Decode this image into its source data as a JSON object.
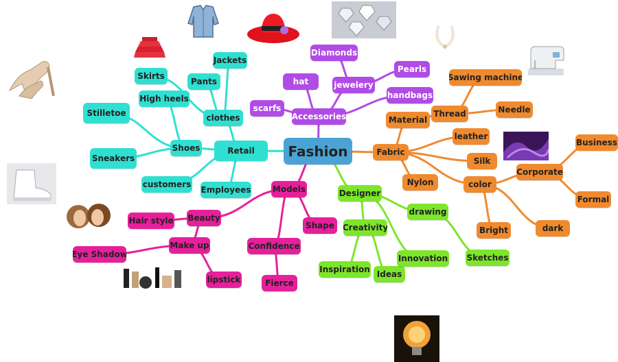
{
  "colors": {
    "root": "#4aa3d4",
    "root_text": "#222222",
    "retail": "#2fe0d2",
    "accessories": "#b14be6",
    "fabric": "#f08a2e",
    "models": "#e6209b",
    "designer": "#7de62b",
    "dark_text": "#222222",
    "light_text": "#ffffff"
  },
  "root": {
    "id": "fashion",
    "label": "Fashion"
  },
  "nodes": [
    {
      "id": "retail",
      "label": "Retail",
      "parent": "fashion",
      "branch": "retail"
    },
    {
      "id": "shoes",
      "label": "Shoes",
      "parent": "retail",
      "branch": "retail"
    },
    {
      "id": "clothes",
      "label": "clothes",
      "parent": "retail",
      "branch": "retail"
    },
    {
      "id": "customers",
      "label": "customers",
      "parent": "retail",
      "branch": "retail"
    },
    {
      "id": "employees",
      "label": "Employees",
      "parent": "retail",
      "branch": "retail"
    },
    {
      "id": "stilletoe",
      "label": "Stilletoe",
      "parent": "shoes",
      "branch": "retail"
    },
    {
      "id": "high-heels",
      "label": "High heels",
      "parent": "shoes",
      "branch": "retail"
    },
    {
      "id": "sneakers",
      "label": "Sneakers",
      "parent": "shoes",
      "branch": "retail"
    },
    {
      "id": "jackets",
      "label": "Jackets",
      "parent": "clothes",
      "branch": "retail"
    },
    {
      "id": "pants",
      "label": "Pants",
      "parent": "clothes",
      "branch": "retail"
    },
    {
      "id": "skirts",
      "label": "Skirts",
      "parent": "clothes",
      "branch": "retail"
    },
    {
      "id": "accessories",
      "label": "Accessories",
      "parent": "fashion",
      "branch": "accessories"
    },
    {
      "id": "hat",
      "label": "hat",
      "parent": "accessories",
      "branch": "accessories"
    },
    {
      "id": "scarfs",
      "label": "scarfs",
      "parent": "accessories",
      "branch": "accessories"
    },
    {
      "id": "jewelery",
      "label": "jewelery",
      "parent": "accessories",
      "branch": "accessories"
    },
    {
      "id": "handbags",
      "label": "handbags",
      "parent": "accessories",
      "branch": "accessories"
    },
    {
      "id": "diamonds",
      "label": "Diamonds",
      "parent": "jewelery",
      "branch": "accessories"
    },
    {
      "id": "pearls",
      "label": "Pearls",
      "parent": "jewelery",
      "branch": "accessories"
    },
    {
      "id": "fabric",
      "label": "Fabric",
      "parent": "fashion",
      "branch": "fabric"
    },
    {
      "id": "material",
      "label": "Material",
      "parent": "fabric",
      "branch": "fabric"
    },
    {
      "id": "thread",
      "label": "Thread",
      "parent": "material",
      "branch": "fabric"
    },
    {
      "id": "sawing-machine",
      "label": "Sawing machine",
      "parent": "thread",
      "branch": "fabric"
    },
    {
      "id": "needle",
      "label": "Needle",
      "parent": "thread",
      "branch": "fabric"
    },
    {
      "id": "leather",
      "label": "leather",
      "parent": "fabric",
      "branch": "fabric"
    },
    {
      "id": "silk",
      "label": "Silk",
      "parent": "fabric",
      "branch": "fabric"
    },
    {
      "id": "nylon",
      "label": "Nylon",
      "parent": "fabric",
      "branch": "fabric"
    },
    {
      "id": "color",
      "label": "color",
      "parent": "fabric",
      "branch": "fabric"
    },
    {
      "id": "bright",
      "label": "Bright",
      "parent": "color",
      "branch": "fabric"
    },
    {
      "id": "dark",
      "label": "dark",
      "parent": "color",
      "branch": "fabric"
    },
    {
      "id": "corporate",
      "label": "Corporate",
      "parent": "color",
      "branch": "fabric"
    },
    {
      "id": "business",
      "label": "Business",
      "parent": "corporate",
      "branch": "fabric"
    },
    {
      "id": "formal",
      "label": "Formal",
      "parent": "corporate",
      "branch": "fabric"
    },
    {
      "id": "models",
      "label": "Models",
      "parent": "fashion",
      "branch": "models"
    },
    {
      "id": "beauty",
      "label": "Beauty",
      "parent": "models",
      "branch": "models"
    },
    {
      "id": "shape",
      "label": "Shape",
      "parent": "models",
      "branch": "models"
    },
    {
      "id": "confidence",
      "label": "Confidence",
      "parent": "models",
      "branch": "models"
    },
    {
      "id": "fierce",
      "label": "Fierce",
      "parent": "confidence",
      "branch": "models"
    },
    {
      "id": "hair-style",
      "label": "Hair style",
      "parent": "beauty",
      "branch": "models"
    },
    {
      "id": "make-up",
      "label": "Make up",
      "parent": "beauty",
      "branch": "models"
    },
    {
      "id": "eye-shadow",
      "label": "Eye Shadow",
      "parent": "make-up",
      "branch": "models"
    },
    {
      "id": "lipstick",
      "label": "lipstick",
      "parent": "make-up",
      "branch": "models"
    },
    {
      "id": "designer",
      "label": "Designer",
      "parent": "fashion",
      "branch": "designer"
    },
    {
      "id": "drawing",
      "label": "drawing",
      "parent": "designer",
      "branch": "designer"
    },
    {
      "id": "sketches",
      "label": "Sketches",
      "parent": "drawing",
      "branch": "designer"
    },
    {
      "id": "creativity",
      "label": "Creativity",
      "parent": "designer",
      "branch": "designer"
    },
    {
      "id": "inspiration",
      "label": "Inspiration",
      "parent": "creativity",
      "branch": "designer"
    },
    {
      "id": "ideas",
      "label": "Ideas",
      "parent": "creativity",
      "branch": "designer"
    },
    {
      "id": "innovation",
      "label": "Innovation",
      "parent": "designer",
      "branch": "designer"
    }
  ],
  "images": [
    {
      "id": "jacket-image",
      "icon": "denim-jacket"
    },
    {
      "id": "skirt-image",
      "icon": "red-ruffle-skirt"
    },
    {
      "id": "hat-image",
      "icon": "red-hat"
    },
    {
      "id": "diamonds-image",
      "icon": "diamonds"
    },
    {
      "id": "pearls-image",
      "icon": "pearl-necklace"
    },
    {
      "id": "sewing-machine-image",
      "icon": "sewing-machine"
    },
    {
      "id": "glitter-heels-image",
      "icon": "glitter-heels"
    },
    {
      "id": "sneaker-image",
      "icon": "white-sneaker"
    },
    {
      "id": "silk-image",
      "icon": "purple-silk"
    },
    {
      "id": "hair-models-image",
      "icon": "hair-models"
    },
    {
      "id": "makeup-image",
      "icon": "makeup-kit"
    },
    {
      "id": "lightbulb-image",
      "icon": "light-bulb"
    }
  ]
}
